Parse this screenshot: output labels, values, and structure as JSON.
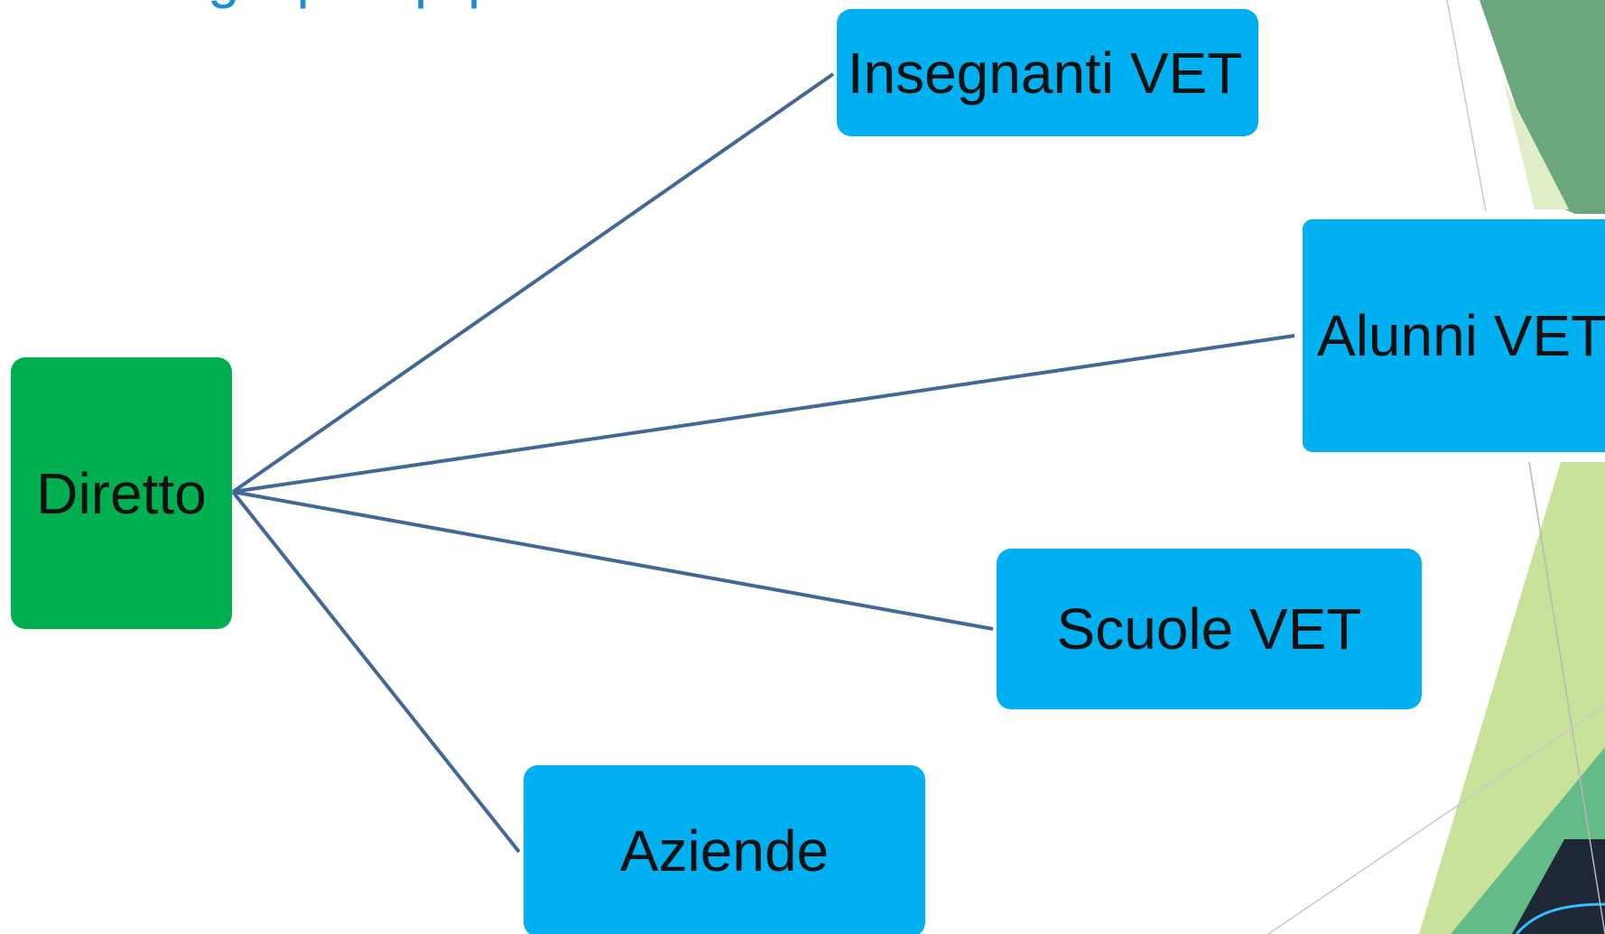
{
  "title": {
    "visible_fragment": "gerpmepq"
  },
  "diagram": {
    "source": "Diretto",
    "targets": [
      "Insegnanti VET",
      "Alunni VET",
      "Scuole VET",
      "Aziende"
    ],
    "colors": {
      "source_fill": "#00b050",
      "target_fill": "#00b0f0",
      "connector": "#426995",
      "text": "#111111",
      "title": "#1f8dd6",
      "accent_green_1": "#6ca67d",
      "accent_green_2": "#c9e29a",
      "accent_green_3": "#dfeec6",
      "accent_green_4": "#63bb88",
      "accent_dark": "#1d2735"
    }
  }
}
